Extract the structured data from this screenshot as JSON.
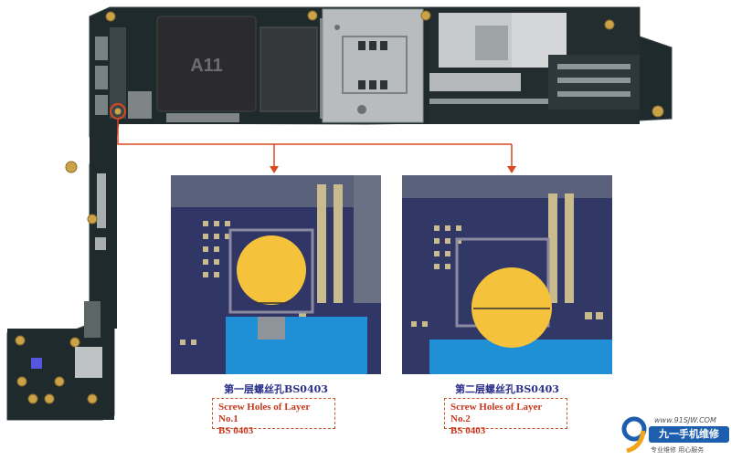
{
  "board": {
    "chip_label": "A11"
  },
  "captions": {
    "layer1_cn": "第一层螺丝孔BS0403",
    "layer1_en_line1": "Screw Holes of Layer No.1",
    "layer1_en_line2": "BS 0403",
    "layer2_cn": "第二层螺丝孔BS0403",
    "layer2_en_line1": "Screw Holes of Layer No.2",
    "layer2_en_line2": "BS 0403"
  },
  "logo": {
    "url": "www.91SJW.COM",
    "name": "九一手机维修",
    "tagline": "专业维修 用心服务"
  },
  "colors": {
    "board_dark": "#1f2a2c",
    "gold": "#c9a24a",
    "arrow": "#d9481e",
    "hole_fill": "#f5c33b",
    "photo_blue": "#1f8fd6",
    "caption_cn": "#2a2f8a",
    "caption_en": "#c8371e"
  }
}
